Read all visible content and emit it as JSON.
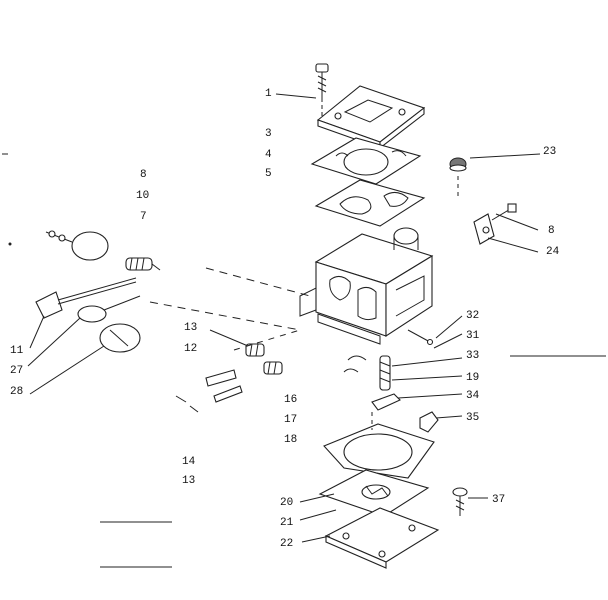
{
  "diagram": {
    "part_labels": [
      {
        "id": "1",
        "text": "1"
      },
      {
        "id": "3",
        "text": "3"
      },
      {
        "id": "4",
        "text": "4"
      },
      {
        "id": "5",
        "text": "5"
      },
      {
        "id": "23",
        "text": "23"
      },
      {
        "id": "8a",
        "text": "8"
      },
      {
        "id": "10",
        "text": "10"
      },
      {
        "id": "7",
        "text": "7"
      },
      {
        "id": "8b",
        "text": "8"
      },
      {
        "id": "24",
        "text": "24"
      },
      {
        "id": "11",
        "text": "11"
      },
      {
        "id": "27",
        "text": "27"
      },
      {
        "id": "28",
        "text": "28"
      },
      {
        "id": "13a",
        "text": "13"
      },
      {
        "id": "12",
        "text": "12"
      },
      {
        "id": "32",
        "text": "32"
      },
      {
        "id": "31",
        "text": "31"
      },
      {
        "id": "33",
        "text": "33"
      },
      {
        "id": "19",
        "text": "19"
      },
      {
        "id": "34",
        "text": "34"
      },
      {
        "id": "35",
        "text": "35"
      },
      {
        "id": "16",
        "text": "16"
      },
      {
        "id": "17",
        "text": "17"
      },
      {
        "id": "18",
        "text": "18"
      },
      {
        "id": "14",
        "text": "14"
      },
      {
        "id": "13b",
        "text": "13"
      },
      {
        "id": "20",
        "text": "20"
      },
      {
        "id": "21",
        "text": "21"
      },
      {
        "id": "22",
        "text": "22"
      },
      {
        "id": "37",
        "text": "37"
      }
    ]
  }
}
